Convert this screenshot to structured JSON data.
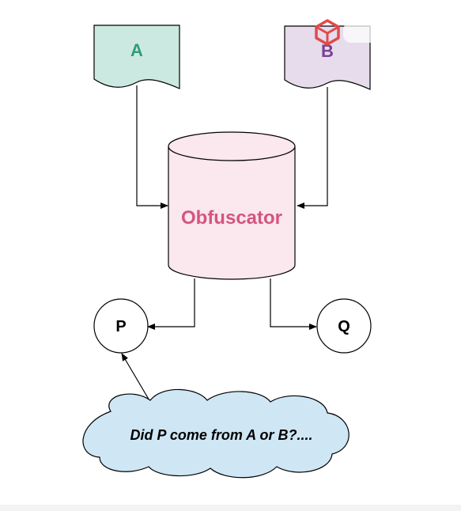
{
  "diagram": {
    "nodes": {
      "doc_a": {
        "label": "A",
        "fill": "#cce9e1",
        "text_color": "#2f9c7c"
      },
      "doc_b": {
        "label": "B",
        "fill": "#e6dcec",
        "text_color": "#7a3f94"
      },
      "obfuscator": {
        "label": "Obfuscator",
        "fill": "#fbe7ee",
        "text_color": "#d3567f"
      },
      "node_p": {
        "label": "P"
      },
      "node_q": {
        "label": "Q"
      },
      "question_cloud": {
        "label": "Did P come from A or B?....",
        "fill": "#cfe6f4"
      }
    },
    "edges": [
      {
        "from": "A",
        "to": "Obfuscator"
      },
      {
        "from": "B",
        "to": "Obfuscator"
      },
      {
        "from": "Obfuscator",
        "to": "P"
      },
      {
        "from": "Obfuscator",
        "to": "Q"
      },
      {
        "from": "Did P come from A or B?....",
        "to": "P"
      }
    ],
    "colors": {
      "stroke": "#000000",
      "watermark": "#e04a4a"
    },
    "watermark_icon": "box-logo-icon"
  }
}
